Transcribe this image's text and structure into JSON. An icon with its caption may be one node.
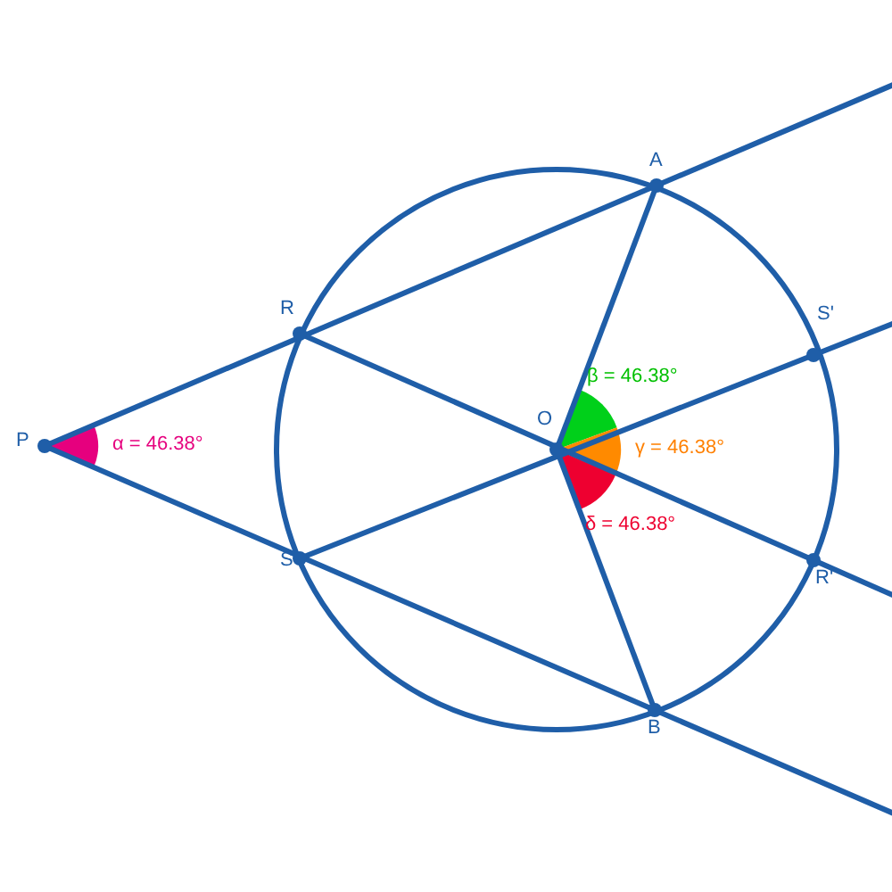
{
  "diagram": {
    "labels": [
      "A",
      "R",
      "S'",
      "O",
      "β = 46.38°",
      "P",
      "α = 46.38°",
      "γ = 46.38°",
      "S",
      "R'",
      "δ = 46.38°",
      "B"
    ]
  }
}
